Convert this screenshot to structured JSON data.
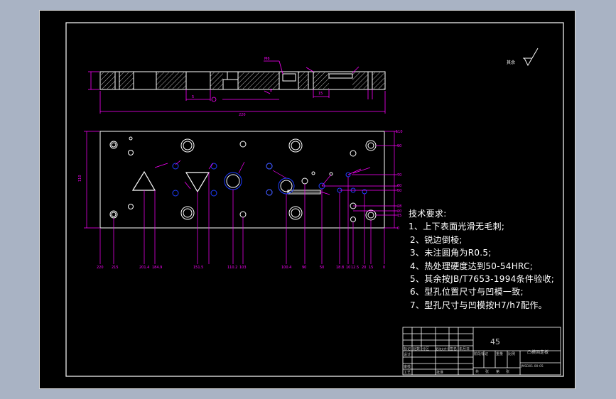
{
  "colors": {
    "background": "#a9b3c4",
    "sheet": "#000000",
    "outline": "#ffffff",
    "dimension": "#ff00ff",
    "highlight": "#1f3dff",
    "hatch": "#c8c8c8"
  },
  "roughness": {
    "label": "其余",
    "symbol": "roughness-check-symbol"
  },
  "tech_requirements": {
    "title": "技术要求:",
    "items": [
      "1、上下表面光滑无毛刺;",
      "2、锐边倒棱;",
      "3、未注圆角为R0.5;",
      "4、热处理硬度达到50-54HRC;",
      "5、其余按JB/T7653-1994条件验收;",
      "6、型孔位置尺寸与凹模一致;",
      "7、型孔尺寸与凹模按H7/h7配作。"
    ]
  },
  "title_block": {
    "material": "45",
    "part_name": "凸模固定板",
    "drawing_no": "JMSD01.00-05",
    "row_labels": [
      "标记",
      "处数",
      "分区",
      "更改文件号",
      "签名",
      "年月日"
    ],
    "left_labels": [
      "设计",
      "审核",
      "工艺",
      "批准"
    ],
    "stage_labels": [
      "阶段标记",
      "重量",
      "比例"
    ],
    "sheet_labels": [
      "共",
      "张",
      "第",
      "张"
    ]
  },
  "plan_dimensions": {
    "bottom": [
      "220",
      "215",
      "201.4",
      "184.9",
      "151.5",
      "110.2",
      "103",
      "100.4",
      "90",
      "50",
      "18.8",
      "10",
      "12.5",
      "20",
      "15",
      "0"
    ],
    "right": [
      "110",
      "90",
      "70",
      "60",
      "50",
      "28",
      "20",
      "15",
      "0"
    ],
    "left": "110"
  },
  "section_dimensions": {
    "overall": "220",
    "marks": [
      "5",
      "15",
      "M6",
      "8"
    ]
  }
}
